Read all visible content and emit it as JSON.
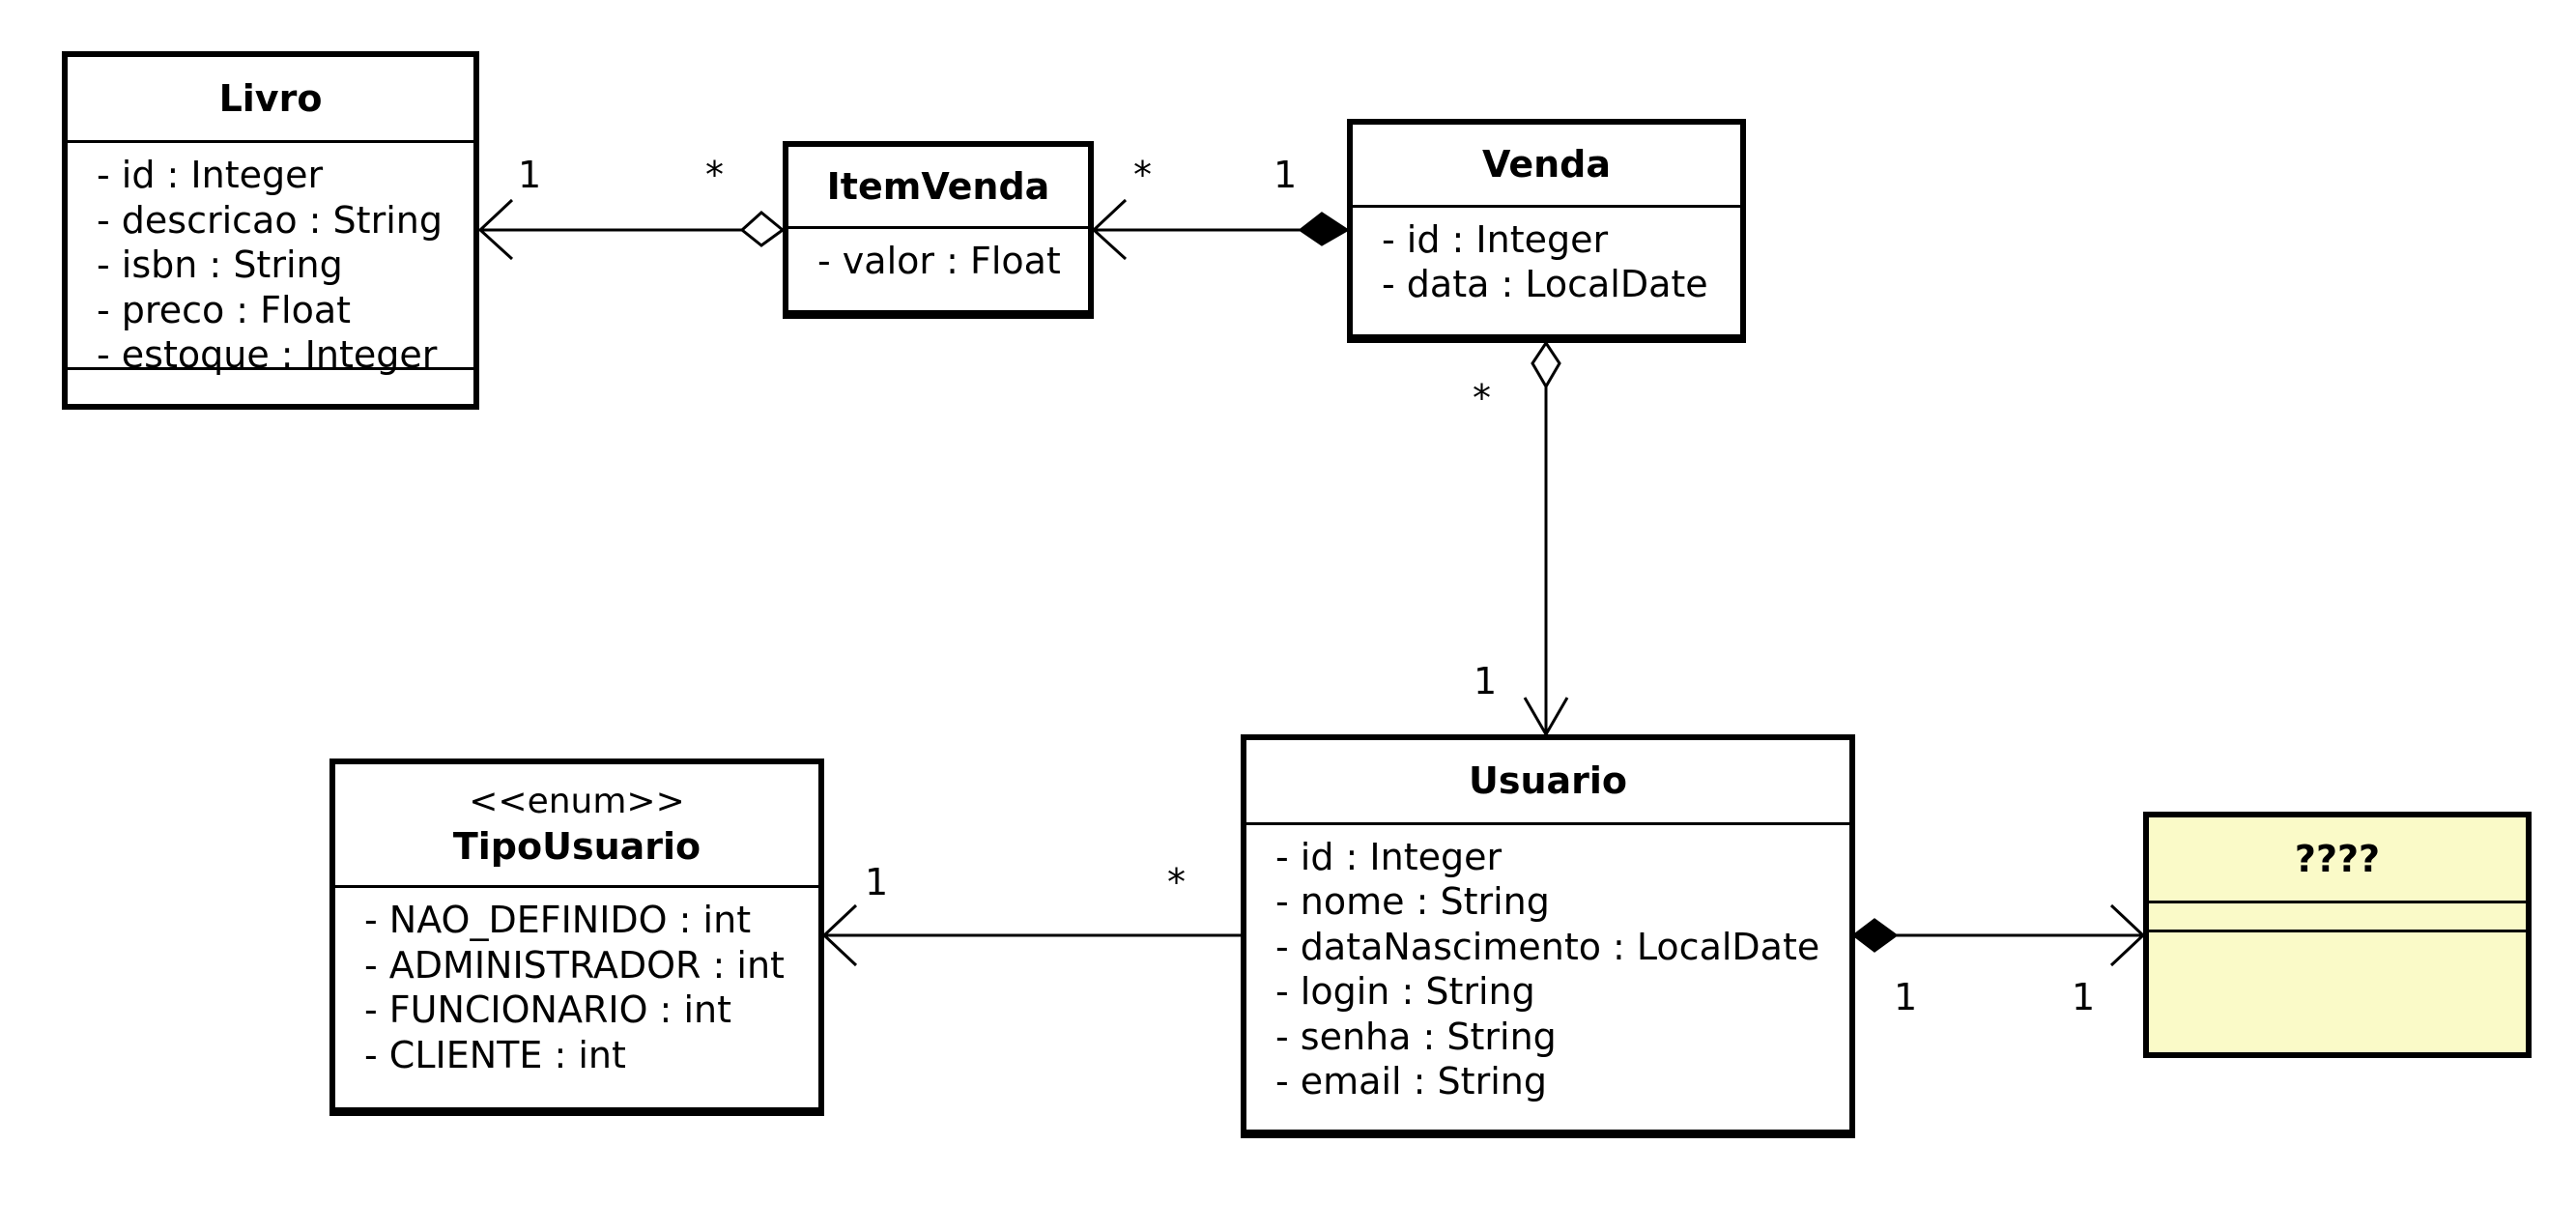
{
  "classes": {
    "livro": {
      "name": "Livro",
      "attributes": [
        "- id : Integer",
        "- descricao : String",
        "- isbn : String",
        "- preco : Float",
        "- estoque : Integer"
      ]
    },
    "itemvenda": {
      "name": "ItemVenda",
      "attributes": [
        "- valor : Float"
      ]
    },
    "venda": {
      "name": "Venda",
      "attributes": [
        "- id : Integer",
        "- data : LocalDate"
      ]
    },
    "usuario": {
      "name": "Usuario",
      "attributes": [
        "- id : Integer",
        "- nome : String",
        "- dataNascimento : LocalDate",
        "- login : String",
        "- senha : String",
        "- email : String"
      ]
    },
    "tipousuario": {
      "stereotype": "<<enum>>",
      "name": "TipoUsuario",
      "attributes": [
        "- NAO_DEFINIDO : int",
        "- ADMINISTRADOR : int",
        "- FUNCIONARIO : int",
        "- CLIENTE : int"
      ]
    },
    "unknown": {
      "name": "????",
      "fill": "#fafac8"
    }
  },
  "associations": {
    "itemvenda_livro": {
      "source": "ItemVenda",
      "target": "Livro",
      "kind": "aggregation",
      "source_multiplicity": "*",
      "target_multiplicity": "1"
    },
    "venda_itemvenda": {
      "source": "Venda",
      "target": "ItemVenda",
      "kind": "composition",
      "source_multiplicity": "1",
      "target_multiplicity": "*"
    },
    "venda_usuario": {
      "source": "Venda",
      "target": "Usuario",
      "kind": "aggregation",
      "source_multiplicity": "*",
      "target_multiplicity": "1"
    },
    "usuario_tipousuario": {
      "source": "Usuario",
      "target": "TipoUsuario",
      "kind": "directed-association",
      "source_multiplicity": "*",
      "target_multiplicity": "1"
    },
    "usuario_unknown": {
      "source": "Usuario",
      "target": "????",
      "kind": "composition",
      "source_multiplicity": "1",
      "target_multiplicity": "1"
    }
  }
}
